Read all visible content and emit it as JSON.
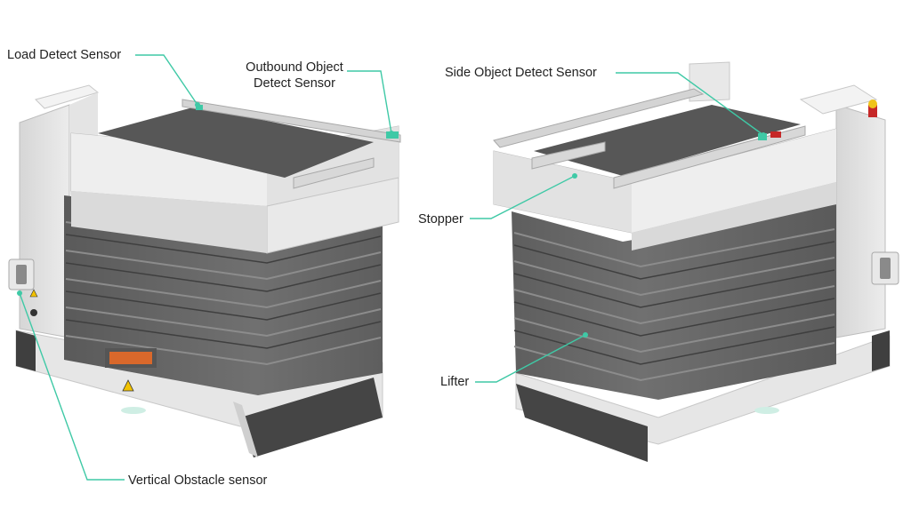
{
  "labels": {
    "load_detect": "Load Detect Sensor",
    "outbound_line1": "Outbound Object",
    "outbound_line2": "Detect Sensor",
    "side_object": "Side Object Detect Sensor",
    "stopper": "Stopper",
    "lifter": "Lifter",
    "vertical_obstacle": "Vertical Obstacle sensor"
  },
  "colors": {
    "callout": "#3fc9a6",
    "frame": "#e9e9e9",
    "frame_shade": "#cfcfcf",
    "bellows": "#6b6b6b",
    "bellows_dark": "#4d4d4d",
    "bumper": "#454545",
    "deck": "#595959",
    "warning_orange": "#d9682b",
    "estop_yellow": "#f0c419",
    "estop_red": "#c62828"
  },
  "icons": [
    "warning-icon",
    "emergency-stop-icon",
    "side-panel-icon"
  ]
}
